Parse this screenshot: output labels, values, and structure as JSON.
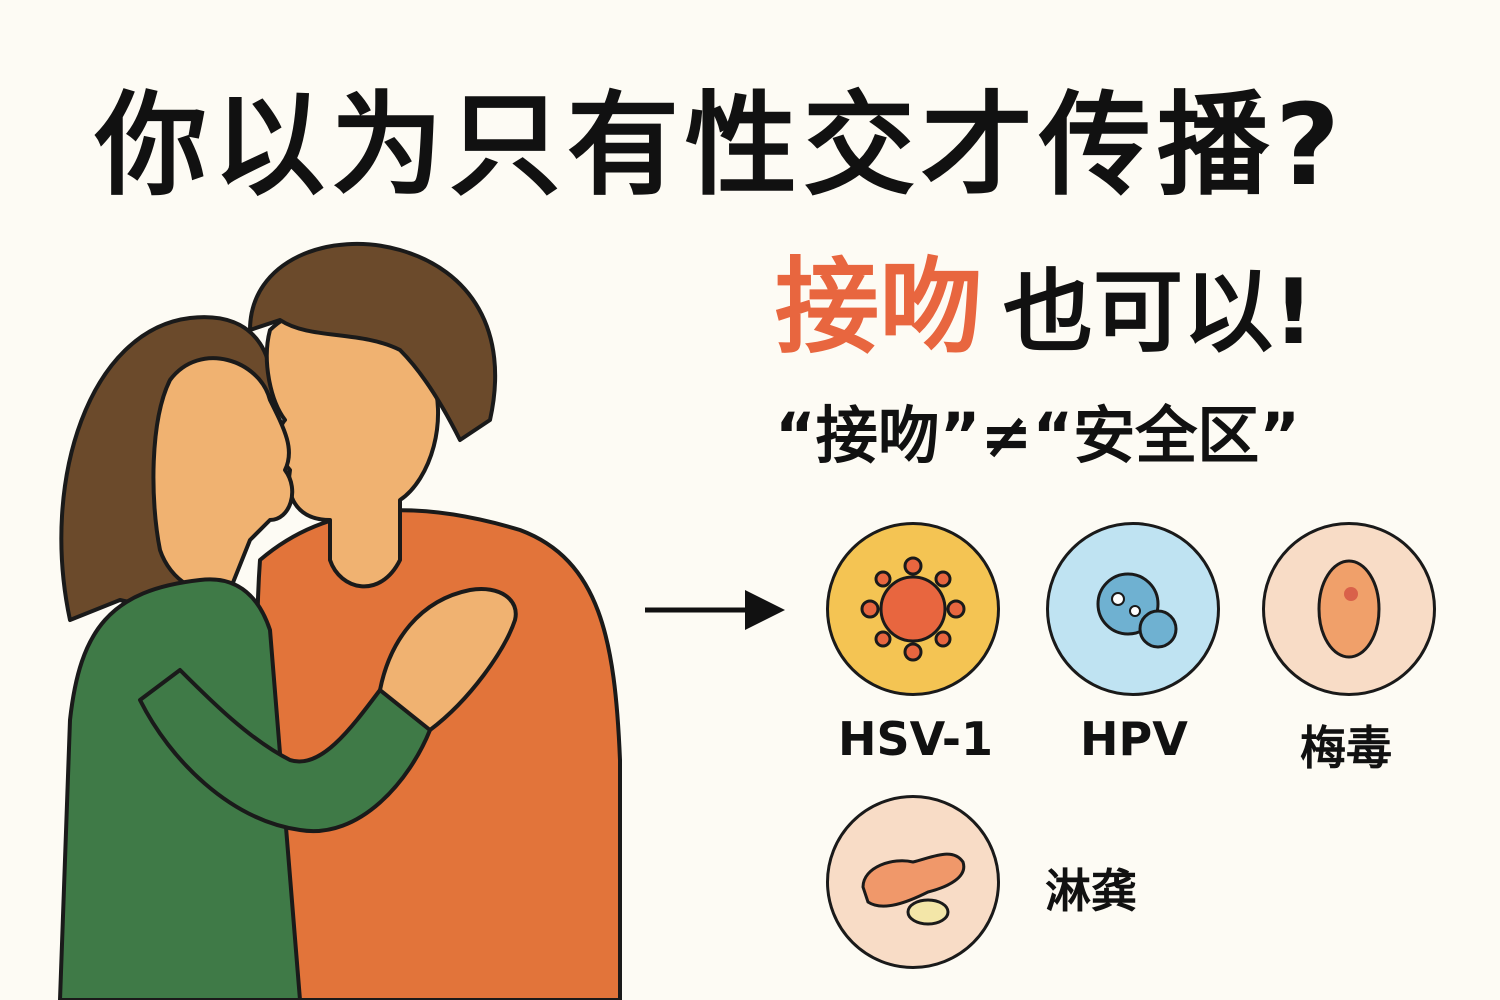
{
  "title": "你以为只有性交才传播?",
  "headline": {
    "highlight": "接吻",
    "rest": "也可以!",
    "highlight_color": "#e8663f"
  },
  "subtitle": "“接吻”≠“安全区”",
  "pathogens": [
    {
      "label": "HSV-1",
      "icon": "virus-icon",
      "color": "#f4c453"
    },
    {
      "label": "HPV",
      "icon": "virus-icon",
      "color": "#bfe3f2"
    },
    {
      "label": "梅毒",
      "icon": "sore-icon",
      "color": "#f8dcc6"
    },
    {
      "label": "淋龚",
      "icon": "bacteria-icon",
      "color": "#f8dcc6"
    }
  ]
}
